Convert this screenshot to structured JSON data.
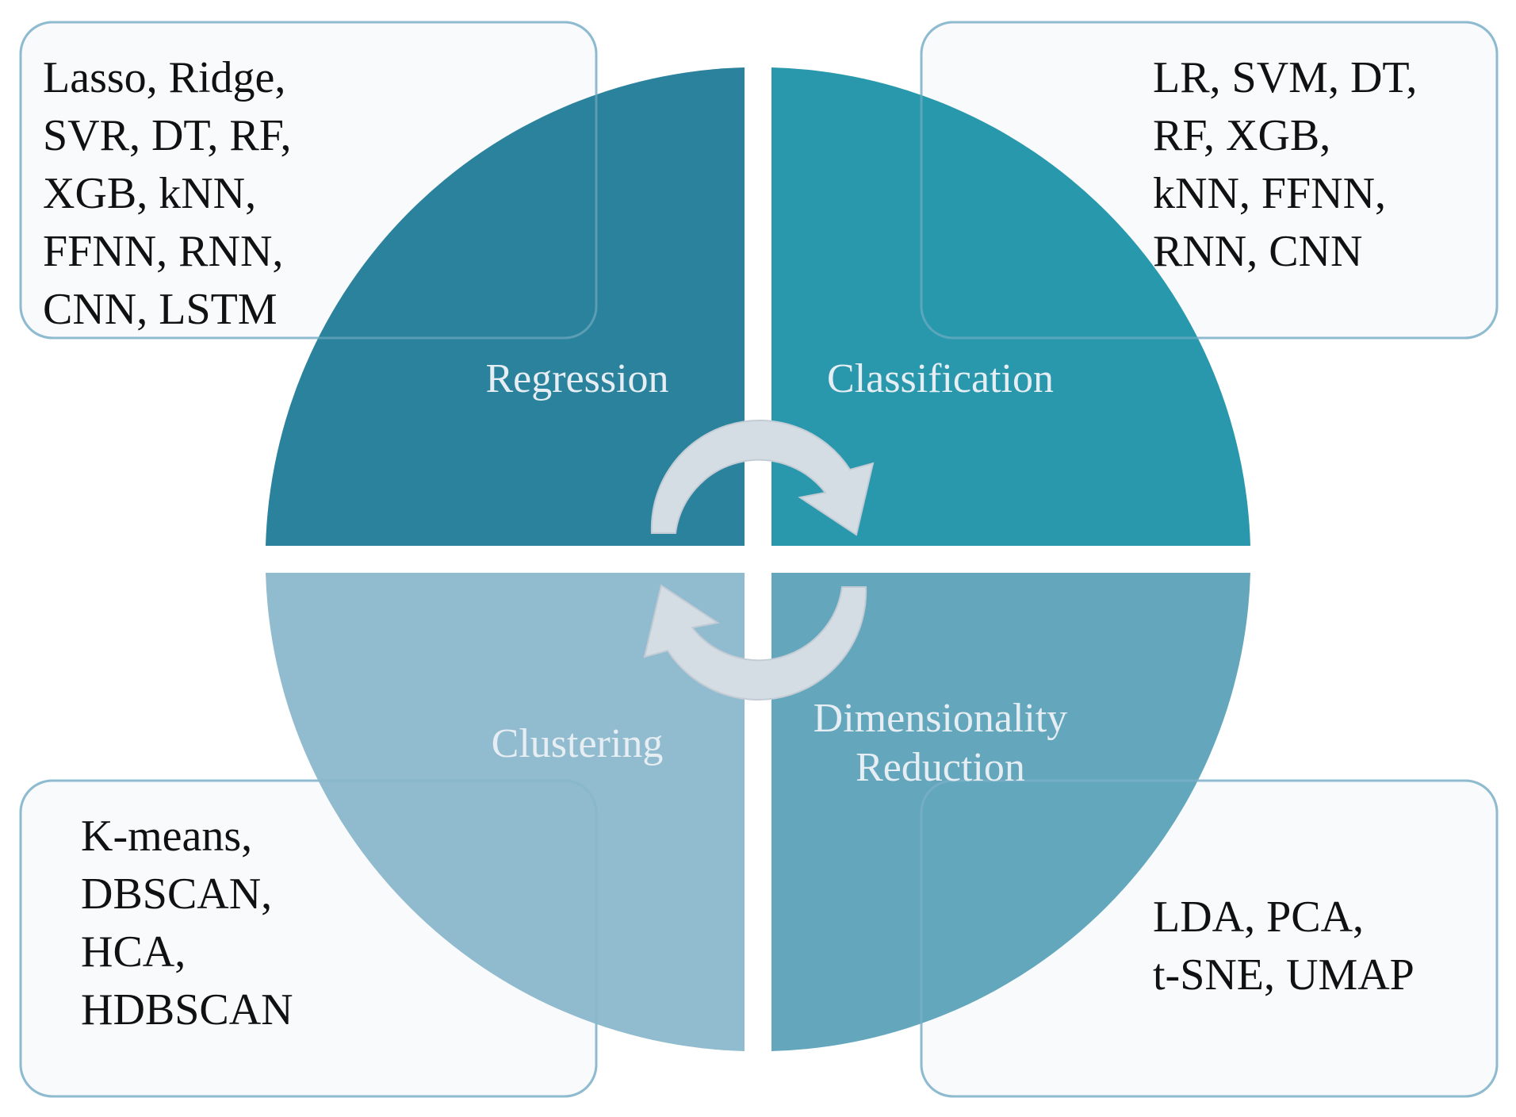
{
  "quadrants": {
    "regression": {
      "label": "Regression",
      "color": "#086d8c"
    },
    "classification": {
      "label": "Classification",
      "color": "#06879e"
    },
    "clustering": {
      "label": "Clustering",
      "color": "#7fb0c6"
    },
    "dimensionality": {
      "label_line1": "Dimensionality",
      "label_line2": "Reduction",
      "color": "#4a99b2"
    }
  },
  "boxes": {
    "top_left": {
      "lines": [
        "Lasso, Ridge,",
        "SVR, DT, RF,",
        "XGB, kNN,",
        "FFNN, RNN,",
        "CNN, LSTM"
      ]
    },
    "top_right": {
      "lines": [
        "LR, SVM, DT,",
        "RF, XGB,",
        "kNN, FFNN,",
        "RNN, CNN"
      ]
    },
    "bottom_left": {
      "lines": [
        "K-means,",
        "DBSCAN,",
        "HCA,",
        "HDBSCAN"
      ]
    },
    "bottom_right": {
      "lines": [
        "LDA, PCA,",
        "t-SNE, UMAP"
      ]
    }
  },
  "cycle_arrows": {
    "color": "#d5dde4"
  }
}
